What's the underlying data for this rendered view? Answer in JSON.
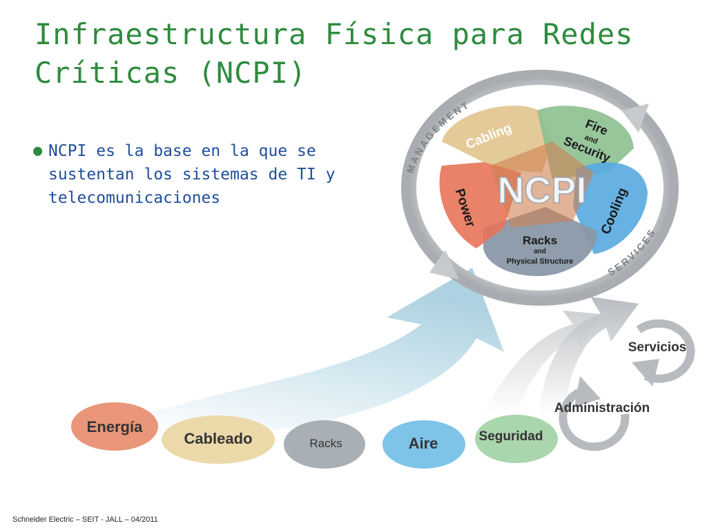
{
  "title": {
    "line1": "Infraestructura Física para Redes",
    "line2": "Críticas (NCPI)"
  },
  "bullet": {
    "marker": "●",
    "text": "NCPI es la base en la que se sustentan los sistemas de TI y telecomunicaciones"
  },
  "ncpi_wheel": {
    "center": "NCPI",
    "ring_top": "MANAGEMENT",
    "ring_bottom": "SERVICES",
    "cabling": "Cabling",
    "fire": "Fire",
    "fire_and": "and",
    "security": "Security",
    "power": "Power",
    "cooling": "Cooling",
    "racks": "Racks",
    "racks_and": "and",
    "physical": "Physical Structure"
  },
  "base": {
    "energia": "Energía",
    "cableado": "Cableado",
    "racks": "Racks",
    "aire": "Aire",
    "seguridad": "Seguridad"
  },
  "side": {
    "servicios": "Servicios",
    "administracion": "Administración"
  },
  "colors": {
    "title": "#2e8b3e",
    "bullet": "#1f4e9c",
    "power": "#e8745a",
    "cabling": "#e2c48e",
    "fire_security": "#8cc090",
    "cooling": "#56a8e0",
    "racks": "#8a98a8"
  },
  "footer": "Schneider Electric – SEIT - JALL – 04/2011"
}
